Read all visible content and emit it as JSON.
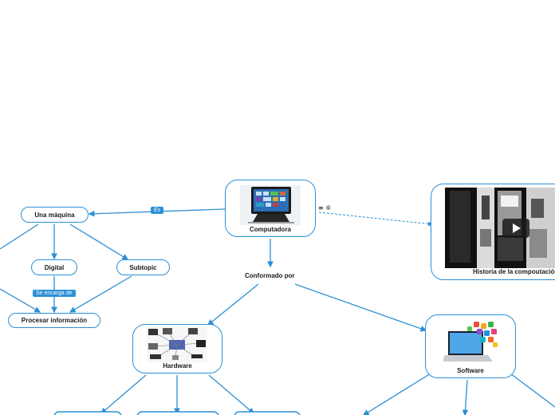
{
  "nodes": {
    "computadora": "Computadora",
    "una_maquina": "Una máquina",
    "digital": "Digital",
    "subtopic": "Subtopic",
    "procesar": "Procesar información",
    "conformado_por": "Conformado por",
    "hardware": "Hardware",
    "software": "Software",
    "video": "Historia de la compoutación"
  },
  "relations": {
    "es": "Es",
    "se_encarga_de": "Se encarga de"
  },
  "icons": {
    "notes": "notes-icon",
    "link": "link-icon",
    "notes_glyph": "≡",
    "link_glyph": "⑥"
  },
  "colors": {
    "accent": "#2b8fd6",
    "background": "#ffffff"
  }
}
